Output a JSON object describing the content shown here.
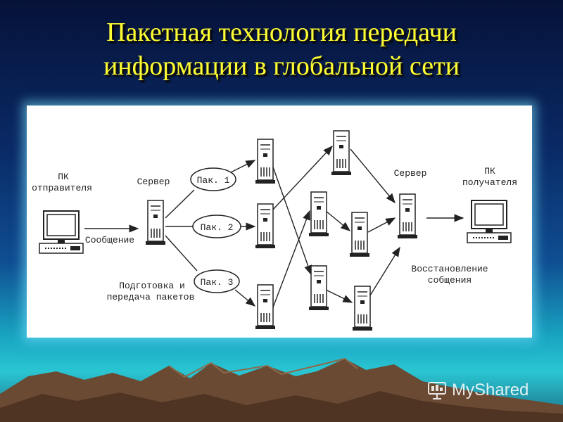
{
  "slide": {
    "title_line1": "Пакетная технология передачи",
    "title_line2": "информации в глобальной сети"
  },
  "diagram": {
    "sender_label_1": "ПК",
    "sender_label_2": "отправителя",
    "server_left_label": "Сервер",
    "server_right_label": "Сервер",
    "receiver_label_1": "ПК",
    "receiver_label_2": "получателя",
    "message_label": "Сообщение",
    "packet_1": "Пак. 1",
    "packet_2": "Пак. 2",
    "packet_3": "Пак. 3",
    "prep_label_1": "Подготовка и",
    "prep_label_2": "передача пакетов",
    "restore_label_1": "Восстановление",
    "restore_label_2": "собщения"
  },
  "watermark": {
    "text": "MyShared"
  }
}
